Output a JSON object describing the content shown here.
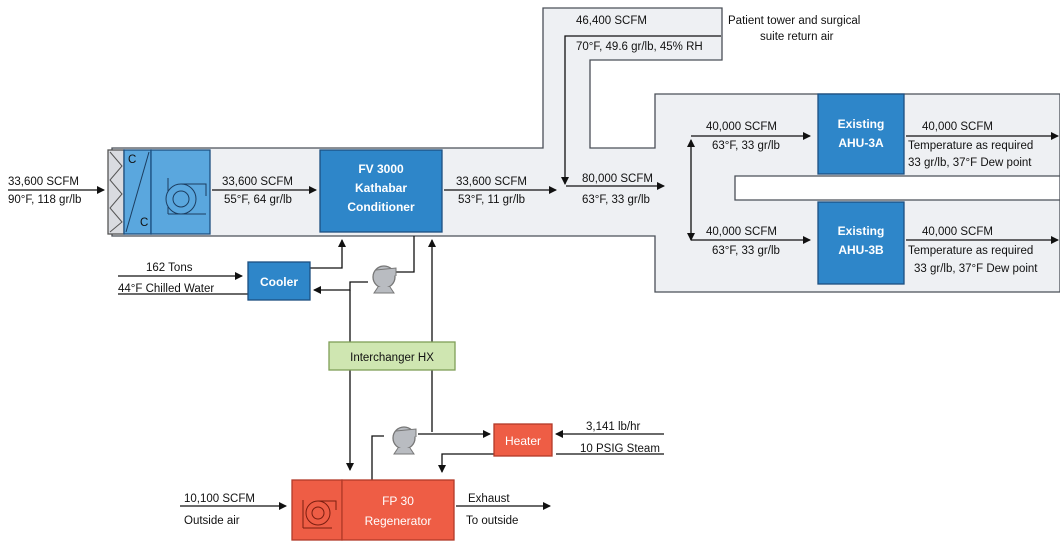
{
  "colors": {
    "duct_fill": "#eef0f3",
    "duct_stroke": "#4a4f57",
    "blue_fill": "#2e86c9",
    "blue_stroke": "#1c4f80",
    "light_blue_fill": "#5aa7de",
    "red_fill": "#ee5d45",
    "red_stroke": "#b23a28",
    "green_fill": "#cfe6b1",
    "green_stroke": "#7f9f58",
    "pump_fill": "#b9bcc1"
  },
  "components": {
    "conditioner": [
      "FV 3000",
      "Kathabar",
      "Conditioner"
    ],
    "ahu_3a": [
      "Existing",
      "AHU-3A"
    ],
    "ahu_3b": [
      "Existing",
      "AHU-3B"
    ],
    "cooler": "Cooler",
    "interchanger": "Interchanger HX",
    "heater": "Heater",
    "regenerator": [
      "FP 30",
      "Regenerator"
    ],
    "filter_letter_top": "C",
    "filter_letter_bottom": "C"
  },
  "flows": {
    "inlet": [
      "33,600 SCFM",
      "90°F, 118 gr/lb"
    ],
    "after_coil": [
      "33,600 SCFM",
      "55°F, 64 gr/lb"
    ],
    "after_conditioner": [
      "33,600 SCFM",
      "53°F, 11 gr/lb"
    ],
    "return_air": [
      "46,400 SCFM",
      "70°F, 49.6 gr/lb, 45% RH"
    ],
    "return_air_note": [
      "Patient tower and surgical",
      "suite return air"
    ],
    "mixed": [
      "80,000 SCFM",
      "63°F, 33 gr/lb"
    ],
    "to_ahu_3a": [
      "40,000 SCFM",
      "63°F, 33 gr/lb"
    ],
    "to_ahu_3b": [
      "40,000 SCFM",
      "63°F, 33 gr/lb"
    ],
    "ahu_3a_out": [
      "40,000 SCFM",
      "Temperature as required",
      "33 gr/lb, 37°F Dew point"
    ],
    "ahu_3b_out": [
      "40,000 SCFM",
      "Temperature as required",
      "33 gr/lb, 37°F Dew point"
    ],
    "chilled_water": [
      "162 Tons",
      "44°F Chilled Water"
    ],
    "steam": [
      "3,141 lb/hr",
      "10 PSIG Steam"
    ],
    "outside_air": [
      "10,100 SCFM",
      "Outside air"
    ],
    "exhaust": [
      "Exhaust",
      "To outside"
    ]
  }
}
